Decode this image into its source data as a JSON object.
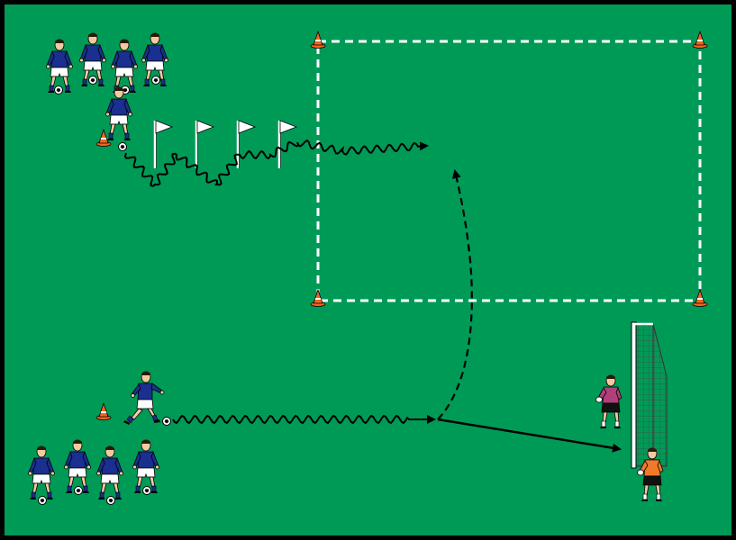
{
  "pitch": {
    "color": "#009a57",
    "border_color": "#000000"
  },
  "colors": {
    "player_shirt": "#1a2f8f",
    "player_shorts": "#ffffff",
    "player_socks": "#1a2f8f",
    "skin": "#f2c9a0",
    "hair": "#2a1a0a",
    "keeper1_shirt": "#b0407a",
    "keeper2_shirt": "#f07a2a",
    "keeper_shorts": "#111111",
    "cone": "#f26522",
    "flag": "#ffffff",
    "zone_line": "#ffffff",
    "path": "#000000",
    "goal_net": "#5a5a5a"
  },
  "icons": {
    "player": "outfield-player-icon",
    "goalkeeper": "goalkeeper-icon",
    "ball": "soccer-ball-icon",
    "cone": "training-cone-icon",
    "flag": "slalom-flag-icon",
    "goal": "goal-frame-icon"
  },
  "groups": {
    "top_queue_count": 4,
    "bottom_queue_count": 4,
    "flags_count": 4,
    "zone_cones_count": 4,
    "goalkeepers_count": 2
  },
  "paths": [
    {
      "id": "dribble-slalom",
      "style": "wavy",
      "description_visible": false
    },
    {
      "id": "dribble-straight",
      "style": "wavy",
      "description_visible": false
    },
    {
      "id": "run-to-zone",
      "style": "dashed",
      "description_visible": false
    },
    {
      "id": "shot-on-goal",
      "style": "solid",
      "description_visible": false
    }
  ]
}
